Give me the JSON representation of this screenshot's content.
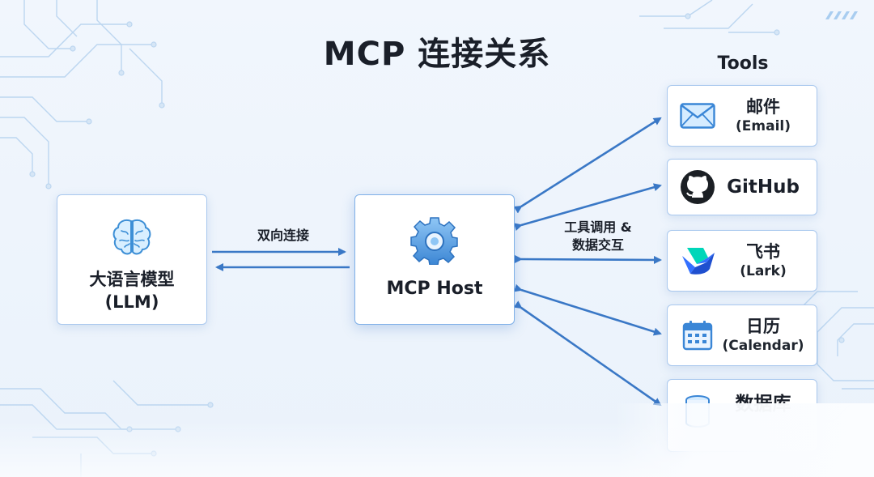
{
  "title": "MCP 连接关系",
  "tools_heading": "Tools",
  "nodes": {
    "llm": {
      "line1": "大语言模型",
      "line2": "(LLM)"
    },
    "host": {
      "label": "MCP Host"
    }
  },
  "edges": {
    "llm_host": "双向连接",
    "host_tools_line1": "工具调用 &",
    "host_tools_line2": "数据交互"
  },
  "tools": [
    {
      "name": "邮件",
      "sub": "(Email)",
      "icon": "mail-icon"
    },
    {
      "name": "GitHub",
      "sub": "",
      "icon": "github-icon"
    },
    {
      "name": "飞书",
      "sub": "(Lark)",
      "icon": "lark-icon"
    },
    {
      "name": "日历",
      "sub": "(Calendar)",
      "icon": "calendar-icon"
    },
    {
      "name": "数据库",
      "sub": "",
      "icon": "database-icon"
    }
  ],
  "colors": {
    "arrow": "#3a78c6",
    "accent": "#4a90e2",
    "circuit": "#b9d4ef"
  }
}
